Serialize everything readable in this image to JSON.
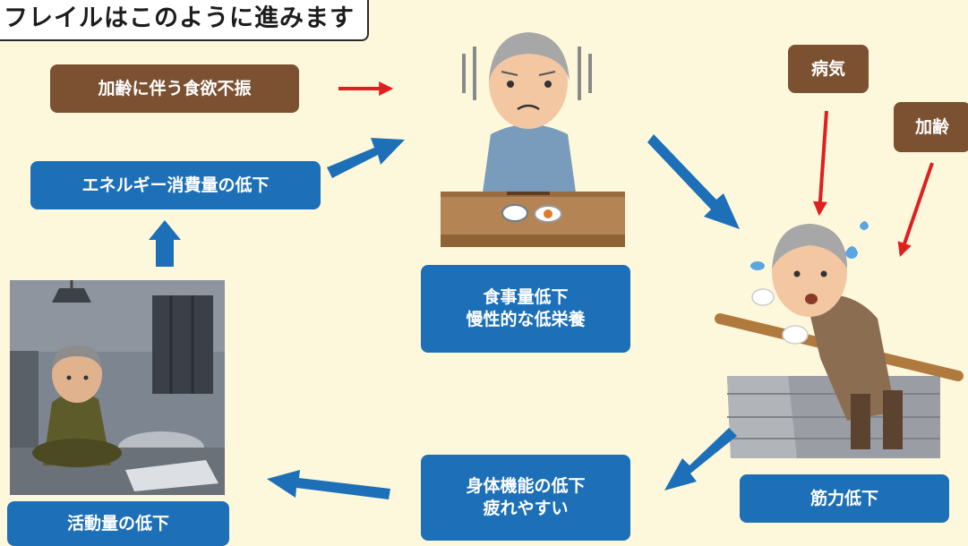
{
  "title": "フレイルはこのように進みます",
  "nodes": {
    "appetite": "加齢に伴う食欲不振",
    "energy": "エネルギー消費量の低下",
    "meal_line1": "食事量低下",
    "meal_line2": "慢性的な低栄養",
    "illness": "病気",
    "aging": "加齢",
    "muscle": "筋力低下",
    "body_line1": "身体機能の低下",
    "body_line2": "疲れやすい",
    "activity": "活動量の低下"
  },
  "colors": {
    "background": "#fdf8dc",
    "blue_box": "#1d70b7",
    "brown_box": "#7b5131",
    "red_arrow": "#e0201e",
    "blue_arrow": "#1d70b7"
  }
}
